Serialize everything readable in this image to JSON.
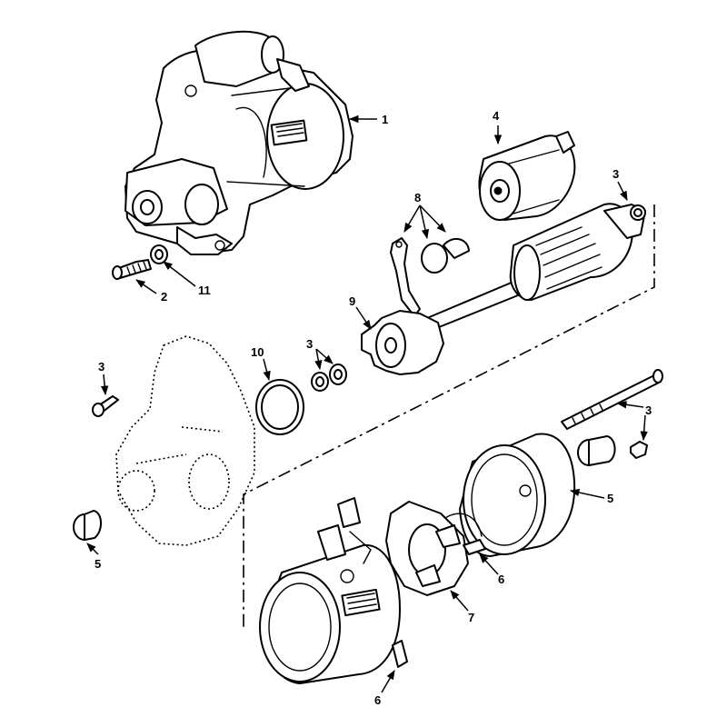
{
  "callouts": {
    "c1": "1",
    "c2": "2",
    "c3a": "3",
    "c3b": "3",
    "c3c": "3",
    "c3d": "3",
    "c4": "4",
    "c5a": "5",
    "c5b": "5",
    "c6a": "6",
    "c6b": "6",
    "c7": "7",
    "c8": "8",
    "c9": "9",
    "c10": "10",
    "c11": "11"
  }
}
